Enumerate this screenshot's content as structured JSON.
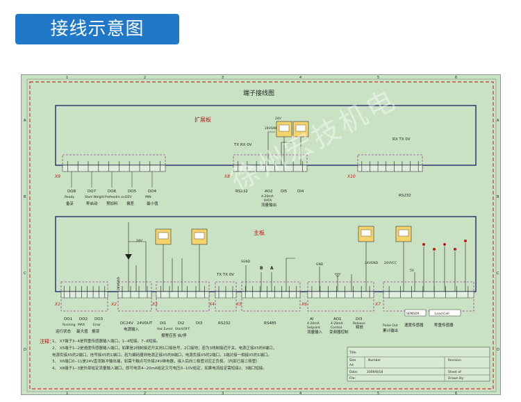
{
  "page_title": "接线示意图",
  "watermark": "徐州宏技机电",
  "diagram_title": "端子接线图",
  "expansion_board_label": "扩展板",
  "main_board_label": "主板",
  "connectors": {
    "x9": "X9",
    "x8": "X8",
    "x10": "X10",
    "x1": "X1",
    "x2": "X2",
    "x3": "X3",
    "x4": "X4",
    "x5": "X5",
    "x6": "X6",
    "x7": "X7"
  },
  "expansion_top_signals": {
    "rs232": "TX RX 0V",
    "rs232_right": "RX TX 0V",
    "supply": "24VGND",
    "v24": "24V"
  },
  "expansion_groups": [
    {
      "code": "DO8",
      "en": "Ready",
      "cn": "备妥"
    },
    {
      "code": "DO7",
      "en": "Start Weight",
      "cn": "秤启动"
    },
    {
      "code": "DO6",
      "en": "Prefeedre on",
      "cn": "预加料"
    },
    {
      "code": "DO5",
      "en": "DEV.",
      "cn": "偏差"
    },
    {
      "code": "DO4",
      "en": "MIN",
      "cn": "最小值"
    }
  ],
  "expansion_mid_labels": {
    "rs232": "RS232",
    "ao2_code": "AO2",
    "ao2_range": "4-20mA",
    "ao2_en": "RATA",
    "ao2_cn": "流量输出",
    "di5": "DI5",
    "di4": "DI4",
    "rs232_right": "RS232"
  },
  "main_top_signals": {
    "v24": "24V",
    "gnd24": "24VGND",
    "sgnd": "SGND",
    "b": "B",
    "a": "A",
    "gnd": "GND",
    "v24gnd": "24VGND",
    "v24vcc": "24VVCC",
    "v5": "5V"
  },
  "main_groups": [
    {
      "code": "DO1",
      "en": "Running",
      "cn": "运行状态"
    },
    {
      "code": "DO2",
      "en": "MAX",
      "cn": "最大值"
    },
    {
      "code": "DO3",
      "en": "Error",
      "cn": "报误"
    }
  ],
  "main_power": {
    "a": "DC24V",
    "b": "24VOUT",
    "cn": "电源输入"
  },
  "main_di": [
    {
      "code": "DI1",
      "en": "Ask Event"
    },
    {
      "code": "DI2",
      "en": "Start/OFF"
    },
    {
      "code": "DI3",
      "en": ""
    }
  ],
  "main_di_cn": "报警应答 启/停",
  "main_mid_labels": {
    "rs232": "RS232",
    "rs485": "RS485",
    "ai_code": "AI",
    "ai_range": "4-20mA",
    "ai_en": "Setpoint",
    "ai_cn": "流量输入",
    "ao1_code": "AO1",
    "ao1_range": "4-20mA",
    "ao1_en": "Control",
    "ao1_cn": "变频器控制",
    "di_rel_code": "DI3",
    "di_rel_en": "Release",
    "di_rel_cn": "释放",
    "pulse_en": "Pulse Out",
    "pulse_cn": "累计输出",
    "speed_cn": "速度传感器",
    "weight_cn": "称重传感器",
    "load_cell": "Load Cell",
    "sensor": "SENSOR"
  },
  "notes_label": "注释：",
  "notes": [
    "1、 X7端子3--4是称重传感器输入端口，1--4短接，7--8短接。",
    "2、 X5端子1--2是速度传感器输入端口，如果是2线制接近开关则1口接信号，2口接地；若为3线制接近开关，电源正接X5的8端口，",
    "    电源负接X5的2端口，信号接X5的1端口。若为编码器则电源正接X5的8端口，电源负接X5的2端口，1端对接一相接X5的1端口。",
    "3、 X6端口0--11是24V直流脉冲输出端，如需干触点可外接24V继电器，接入后向二极管对应正负极。（内部已接二极管）",
    "4、 X8端子1--3是外部给定流量输入端口，即可电流4--20mA给定又可电压0--10V给定，如果电流给定需短接2、3端口短接。"
  ],
  "title_block": {
    "title": "Title",
    "size": "Size",
    "size_val": "A4",
    "number": "Number",
    "revision": "Revision",
    "date": "Date:",
    "date_val": "2009/8/18",
    "file": "File:",
    "sheet": "Sheet of",
    "drawn_by": "Drawn By:"
  },
  "frame_rows": [
    "A",
    "B",
    "C",
    "D"
  ],
  "frame_cols": [
    "1",
    "2",
    "3",
    "4",
    "5",
    "6"
  ]
}
